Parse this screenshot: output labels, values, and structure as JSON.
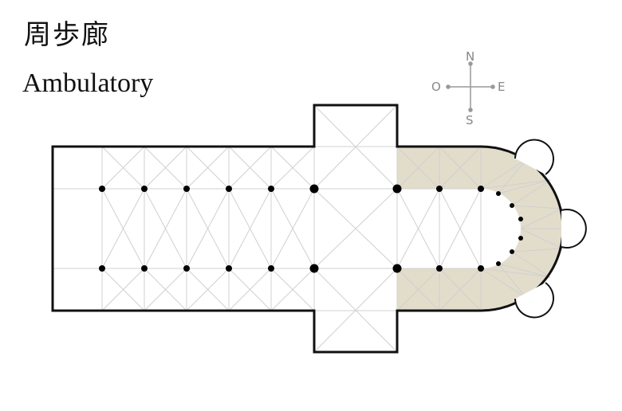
{
  "title_japanese": "周歩廊",
  "title_english": "Ambulatory",
  "compass": {
    "north": "N",
    "south": "S",
    "west": "O",
    "east": "E"
  },
  "colors": {
    "wall": "#111111",
    "ambulatory_fill": "#e2dccb",
    "vault_lines": "#cfcfcf",
    "compass": "#999999"
  }
}
